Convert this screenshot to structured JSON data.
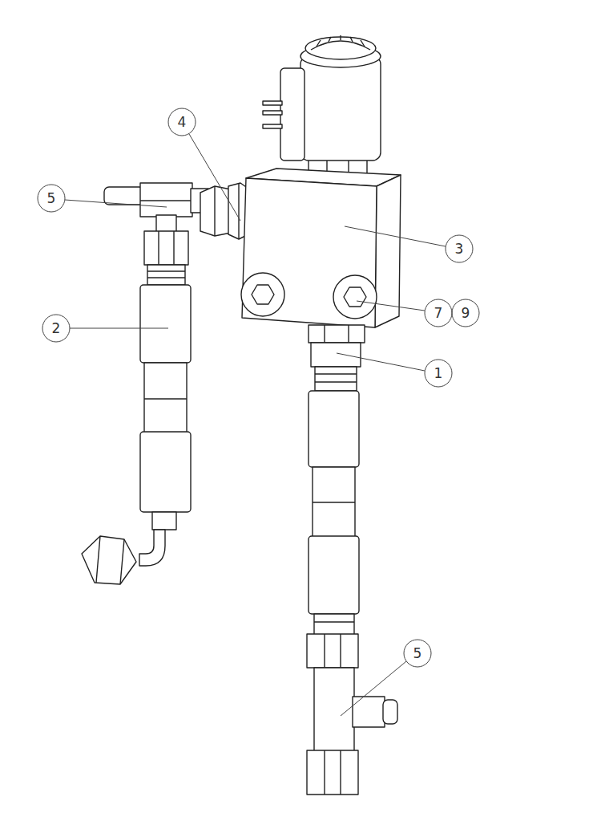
{
  "diagram": {
    "labels": [
      "4",
      "5",
      "3",
      "7",
      "9",
      "2",
      "1",
      "5"
    ]
  }
}
